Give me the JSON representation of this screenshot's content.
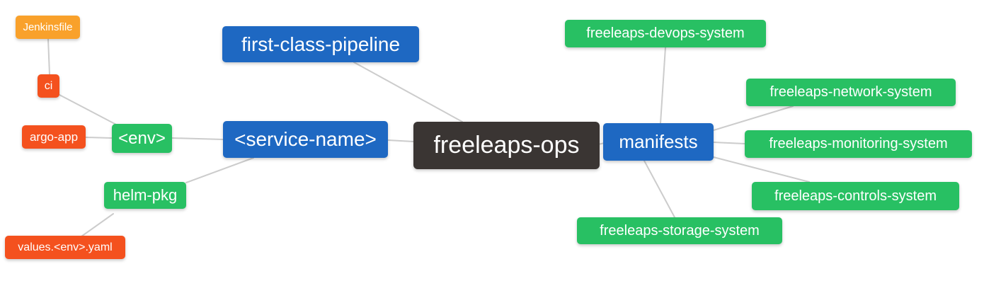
{
  "palette": {
    "blue": "#1e68c2",
    "green": "#28c063",
    "deep_orange": "#f4511e",
    "orange": "#f9a12b",
    "dark": "#3a3533",
    "edge_line": "#cccccc",
    "node_text": "#ffffff",
    "background": "#ffffff"
  },
  "nodes": {
    "jenkinsfile": {
      "label": "Jenkinsfile",
      "color": "#f9a12b"
    },
    "ci": {
      "label": "ci",
      "color": "#f4511e"
    },
    "argo_app": {
      "label": "argo-app",
      "color": "#f4511e"
    },
    "env": {
      "label": "<env>",
      "color": "#28c063"
    },
    "helm_pkg": {
      "label": "helm-pkg",
      "color": "#28c063"
    },
    "values_env_yaml": {
      "label": "values.<env>.yaml",
      "color": "#f4511e"
    },
    "first_class_pipeline": {
      "label": "first-class-pipeline",
      "color": "#1e68c2"
    },
    "service_name": {
      "label": "<service-name>",
      "color": "#1e68c2"
    },
    "freeleaps_ops": {
      "label": "freeleaps-ops",
      "color": "#3a3533"
    },
    "manifests": {
      "label": "manifests",
      "color": "#1e68c2"
    },
    "devops_system": {
      "label": "freeleaps-devops-system",
      "color": "#28c063"
    },
    "network_system": {
      "label": "freeleaps-network-system",
      "color": "#28c063"
    },
    "monitoring_system": {
      "label": "freeleaps-monitoring-system",
      "color": "#28c063"
    },
    "controls_system": {
      "label": "freeleaps-controls-system",
      "color": "#28c063"
    },
    "storage_system": {
      "label": "freeleaps-storage-system",
      "color": "#28c063"
    }
  },
  "edges": [
    {
      "from": "Jenkinsfile",
      "to": "ci"
    },
    {
      "from": "ci",
      "to": "<env>"
    },
    {
      "from": "argo-app",
      "to": "<env>"
    },
    {
      "from": "<env>",
      "to": "<service-name>"
    },
    {
      "from": "helm-pkg",
      "to": "<service-name>"
    },
    {
      "from": "values.<env>.yaml",
      "to": "helm-pkg"
    },
    {
      "from": "first-class-pipeline",
      "to": "freeleaps-ops"
    },
    {
      "from": "<service-name>",
      "to": "freeleaps-ops"
    },
    {
      "from": "freeleaps-ops",
      "to": "manifests"
    },
    {
      "from": "manifests",
      "to": "freeleaps-devops-system"
    },
    {
      "from": "manifests",
      "to": "freeleaps-network-system"
    },
    {
      "from": "manifests",
      "to": "freeleaps-monitoring-system"
    },
    {
      "from": "manifests",
      "to": "freeleaps-controls-system"
    },
    {
      "from": "manifests",
      "to": "freeleaps-storage-system"
    }
  ]
}
